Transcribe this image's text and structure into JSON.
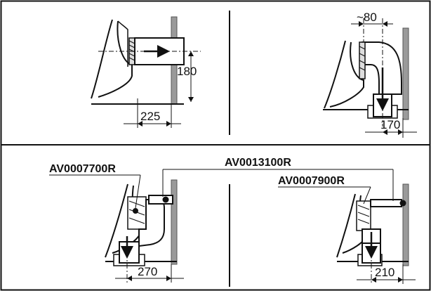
{
  "panels": {
    "top_left": {
      "dims": [
        "180",
        "225"
      ]
    },
    "top_right": {
      "dims": [
        "~80",
        "170"
      ]
    },
    "bottom_left": {
      "dims": [
        "270"
      ]
    },
    "bottom_right": {
      "dims": [
        "210"
      ]
    }
  },
  "part_codes": {
    "left": "AV0007700R",
    "middle": "AV0013100R",
    "right": "AV0007900R"
  },
  "colors": {
    "line": "#111111",
    "wall": "#9a9a9a",
    "background": "#ffffff"
  }
}
